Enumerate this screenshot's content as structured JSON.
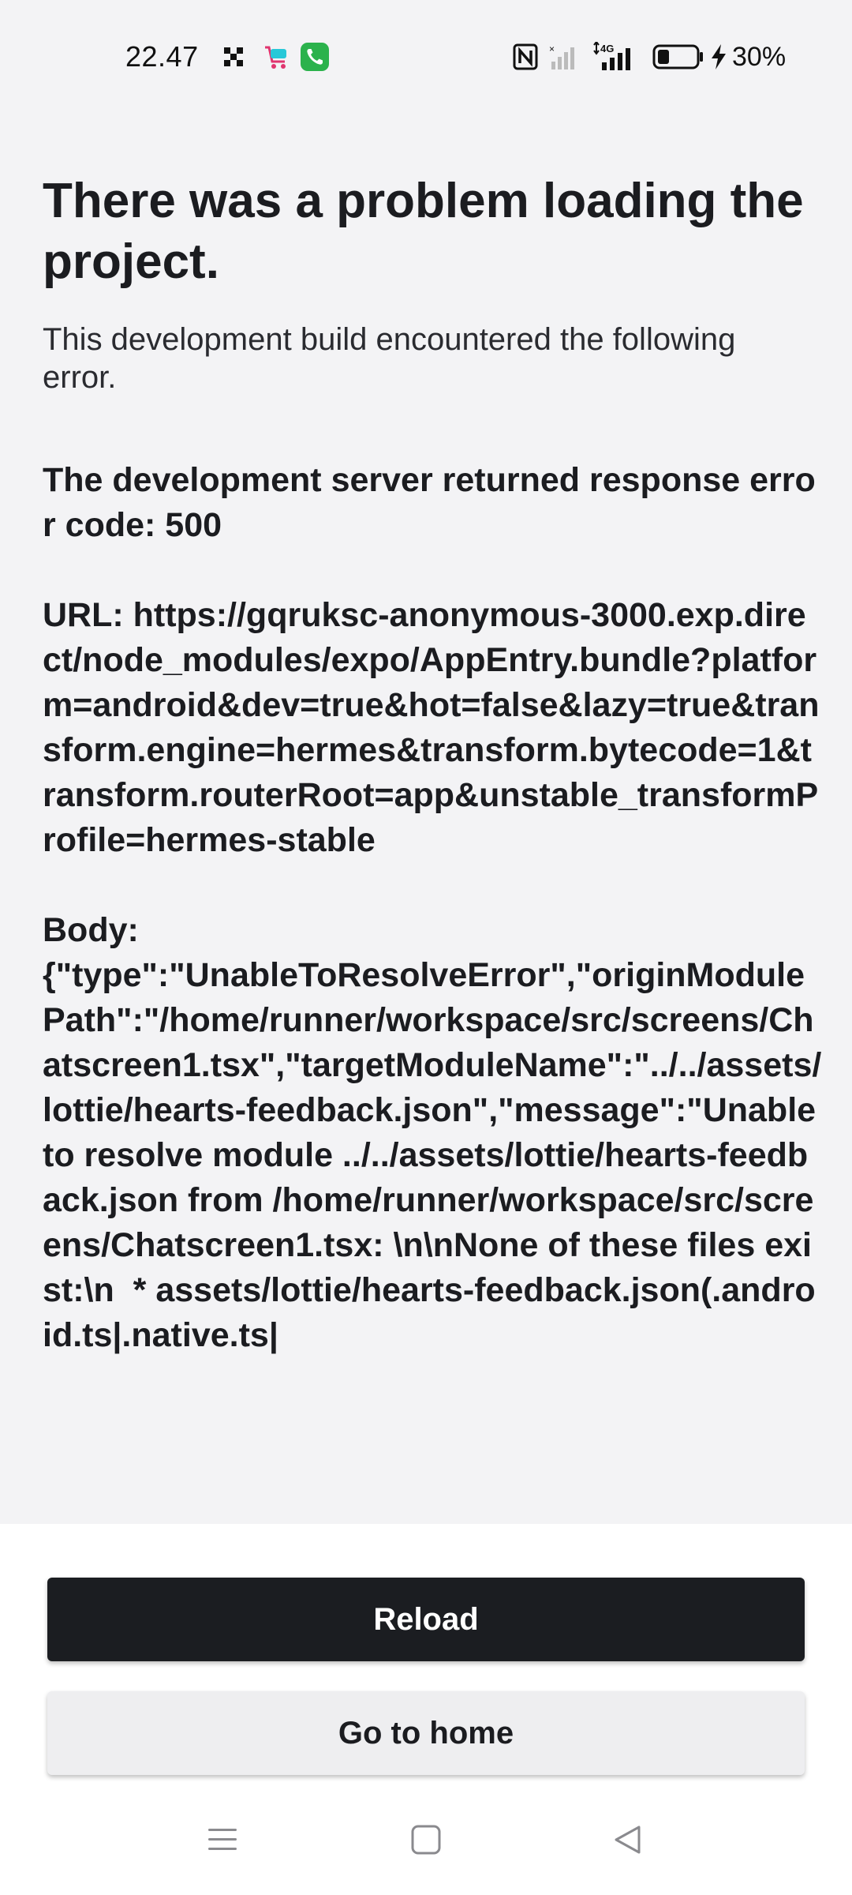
{
  "status_bar": {
    "time": "22.47",
    "battery_percent": "30%",
    "battery_level": 0.3,
    "icons": [
      "grid-app-icon",
      "cart-app-icon",
      "phone-app-icon",
      "nfc-icon",
      "signal-1-icon",
      "signal-4g-icon",
      "battery-icon",
      "charging-bolt-icon"
    ],
    "signal_label": "4G"
  },
  "error": {
    "title": "There was a problem loading the project.",
    "subtitle": "This development build encountered the following error.",
    "message": "The development server returned response error code: 500\n\nURL: https://gqruksc-anonymous-3000.exp.direct/node_modules/expo/AppEntry.bundle?platform=android&dev=true&hot=false&lazy=true&transform.engine=hermes&transform.bytecode=1&transform.routerRoot=app&unstable_transformProfile=hermes-stable\n\nBody:\n{\"type\":\"UnableToResolveError\",\"originModulePath\":\"/home/runner/workspace/src/screens/Chatscreen1.tsx\",\"targetModuleName\":\"../../assets/lottie/hearts-feedback.json\",\"message\":\"Unable to resolve module ../../assets/lottie/hearts-feedback.json from /home/runner/workspace/src/screens/Chatscreen1.tsx: \\n\\nNone of these files exist:\\n  * assets/lottie/hearts-feedback.json(.android.ts|.native.ts|"
  },
  "actions": {
    "reload_label": "Reload",
    "home_label": "Go to home"
  },
  "nav_bar": {
    "icons": [
      "menu-icon",
      "home-square-icon",
      "back-triangle-icon"
    ]
  },
  "colors": {
    "background": "#f3f3f5",
    "primary_button": "#1b1d21",
    "secondary_button": "#eeeef0",
    "text": "#1b1c20",
    "phone_app": "#2bb24c",
    "cart_app": "#28c8d8"
  }
}
